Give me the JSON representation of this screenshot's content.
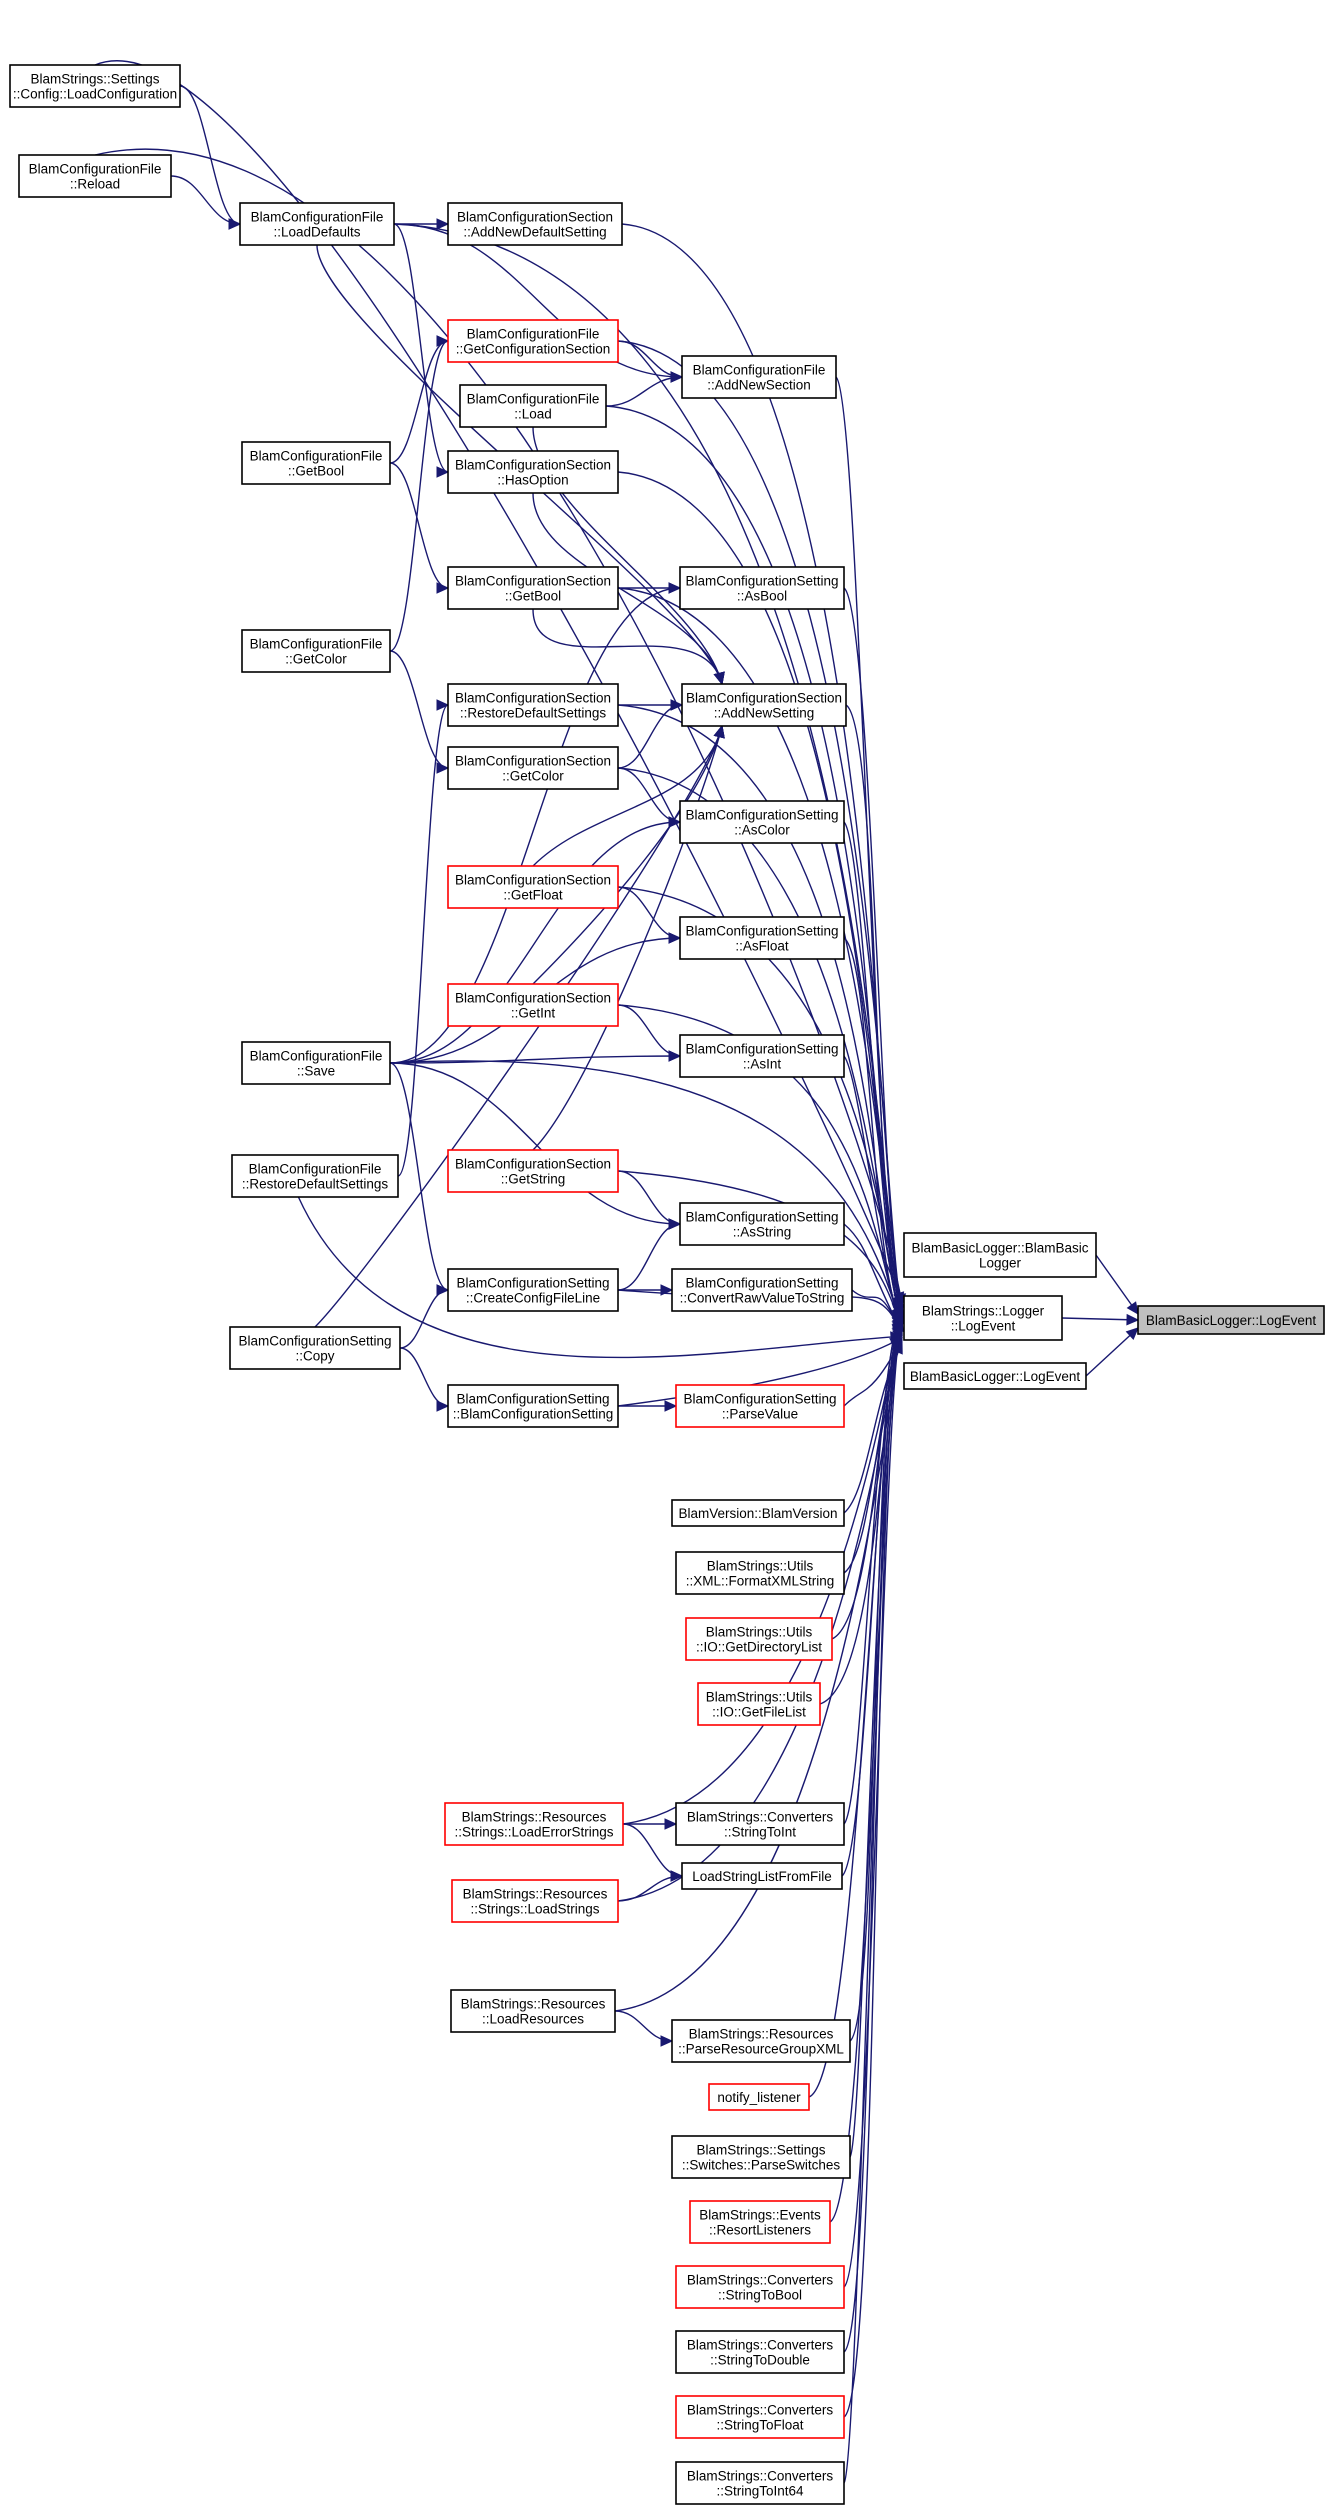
{
  "graph": {
    "colors": {
      "edge": "#191970",
      "node_border": "#000000",
      "truncated_border": "#ff0000",
      "target_fill": "#bfbfbf"
    },
    "nodes": [
      {
        "id": "target",
        "lines": [
          "BlamBasicLogger::LogEvent"
        ],
        "style": "target"
      },
      {
        "id": "logger_logevent",
        "lines": [
          "BlamStrings::Logger",
          "::LogEvent"
        ]
      },
      {
        "id": "basic_ctor",
        "lines": [
          "BlamBasicLogger::BlamBasic",
          "Logger"
        ]
      },
      {
        "id": "basic_logevent",
        "lines": [
          "BlamBasicLogger::LogEvent"
        ]
      },
      {
        "id": "load_configuration",
        "lines": [
          "BlamStrings::Settings",
          "::Config::LoadConfiguration"
        ]
      },
      {
        "id": "reload",
        "lines": [
          "BlamConfigurationFile",
          "::Reload"
        ]
      },
      {
        "id": "load_defaults",
        "lines": [
          "BlamConfigurationFile",
          "::LoadDefaults"
        ]
      },
      {
        "id": "add_new_default_setting",
        "lines": [
          "BlamConfigurationSection",
          "::AddNewDefaultSetting"
        ]
      },
      {
        "id": "get_configuration_section",
        "lines": [
          "BlamConfigurationFile",
          "::GetConfigurationSection"
        ],
        "style": "red"
      },
      {
        "id": "file_load",
        "lines": [
          "BlamConfigurationFile",
          "::Load"
        ]
      },
      {
        "id": "add_new_section",
        "lines": [
          "BlamConfigurationFile",
          "::AddNewSection"
        ]
      },
      {
        "id": "file_get_bool",
        "lines": [
          "BlamConfigurationFile",
          "::GetBool"
        ]
      },
      {
        "id": "has_option",
        "lines": [
          "BlamConfigurationSection",
          "::HasOption"
        ]
      },
      {
        "id": "section_get_bool",
        "lines": [
          "BlamConfigurationSection",
          "::GetBool"
        ]
      },
      {
        "id": "as_bool",
        "lines": [
          "BlamConfigurationSetting",
          "::AsBool"
        ]
      },
      {
        "id": "file_get_color",
        "lines": [
          "BlamConfigurationFile",
          "::GetColor"
        ]
      },
      {
        "id": "restore_default_settings_section",
        "lines": [
          "BlamConfigurationSection",
          "::RestoreDefaultSettings"
        ]
      },
      {
        "id": "add_new_setting",
        "lines": [
          "BlamConfigurationSection",
          "::AddNewSetting"
        ]
      },
      {
        "id": "section_get_color",
        "lines": [
          "BlamConfigurationSection",
          "::GetColor"
        ]
      },
      {
        "id": "as_color",
        "lines": [
          "BlamConfigurationSetting",
          "::AsColor"
        ]
      },
      {
        "id": "section_get_float",
        "lines": [
          "BlamConfigurationSection",
          "::GetFloat"
        ],
        "style": "red"
      },
      {
        "id": "as_float",
        "lines": [
          "BlamConfigurationSetting",
          "::AsFloat"
        ]
      },
      {
        "id": "section_get_int",
        "lines": [
          "BlamConfigurationSection",
          "::GetInt"
        ],
        "style": "red"
      },
      {
        "id": "file_save",
        "lines": [
          "BlamConfigurationFile",
          "::Save"
        ]
      },
      {
        "id": "as_int",
        "lines": [
          "BlamConfigurationSetting",
          "::AsInt"
        ]
      },
      {
        "id": "file_restore_default_settings",
        "lines": [
          "BlamConfigurationFile",
          "::RestoreDefaultSettings"
        ]
      },
      {
        "id": "section_get_string",
        "lines": [
          "BlamConfigurationSection",
          "::GetString"
        ],
        "style": "red"
      },
      {
        "id": "as_string",
        "lines": [
          "BlamConfigurationSetting",
          "::AsString"
        ]
      },
      {
        "id": "create_config_file_line",
        "lines": [
          "BlamConfigurationSetting",
          "::CreateConfigFileLine"
        ]
      },
      {
        "id": "convert_raw_value",
        "lines": [
          "BlamConfigurationSetting",
          "::ConvertRawValueToString"
        ]
      },
      {
        "id": "setting_copy",
        "lines": [
          "BlamConfigurationSetting",
          "::Copy"
        ]
      },
      {
        "id": "setting_ctor",
        "lines": [
          "BlamConfigurationSetting",
          "::BlamConfigurationSetting"
        ]
      },
      {
        "id": "parse_value",
        "lines": [
          "BlamConfigurationSetting",
          "::ParseValue"
        ],
        "style": "red"
      },
      {
        "id": "blam_version",
        "lines": [
          "BlamVersion::BlamVersion"
        ]
      },
      {
        "id": "format_xml_string",
        "lines": [
          "BlamStrings::Utils",
          "::XML::FormatXMLString"
        ]
      },
      {
        "id": "get_directory_list",
        "lines": [
          "BlamStrings::Utils",
          "::IO::GetDirectoryList"
        ],
        "style": "red"
      },
      {
        "id": "get_file_list",
        "lines": [
          "BlamStrings::Utils",
          "::IO::GetFileList"
        ],
        "style": "red"
      },
      {
        "id": "load_error_strings",
        "lines": [
          "BlamStrings::Resources",
          "::Strings::LoadErrorStrings"
        ],
        "style": "red"
      },
      {
        "id": "string_to_int",
        "lines": [
          "BlamStrings::Converters",
          "::StringToInt"
        ]
      },
      {
        "id": "load_string_list",
        "lines": [
          "LoadStringListFromFile"
        ]
      },
      {
        "id": "load_strings",
        "lines": [
          "BlamStrings::Resources",
          "::Strings::LoadStrings"
        ],
        "style": "red"
      },
      {
        "id": "load_resources",
        "lines": [
          "BlamStrings::Resources",
          "::LoadResources"
        ]
      },
      {
        "id": "parse_resource_group_xml",
        "lines": [
          "BlamStrings::Resources",
          "::ParseResourceGroupXML"
        ]
      },
      {
        "id": "notify_listener",
        "lines": [
          "notify_listener"
        ],
        "style": "red"
      },
      {
        "id": "parse_switches",
        "lines": [
          "BlamStrings::Settings",
          "::Switches::ParseSwitches"
        ]
      },
      {
        "id": "resort_listeners",
        "lines": [
          "BlamStrings::Events",
          "::ResortListeners"
        ],
        "style": "red"
      },
      {
        "id": "string_to_bool",
        "lines": [
          "BlamStrings::Converters",
          "::StringToBool"
        ],
        "style": "red"
      },
      {
        "id": "string_to_double",
        "lines": [
          "BlamStrings::Converters",
          "::StringToDouble"
        ]
      },
      {
        "id": "string_to_float",
        "lines": [
          "BlamStrings::Converters",
          "::StringToFloat"
        ],
        "style": "red"
      },
      {
        "id": "string_to_int64",
        "lines": [
          "BlamStrings::Converters",
          "::StringToInt64"
        ]
      }
    ]
  }
}
